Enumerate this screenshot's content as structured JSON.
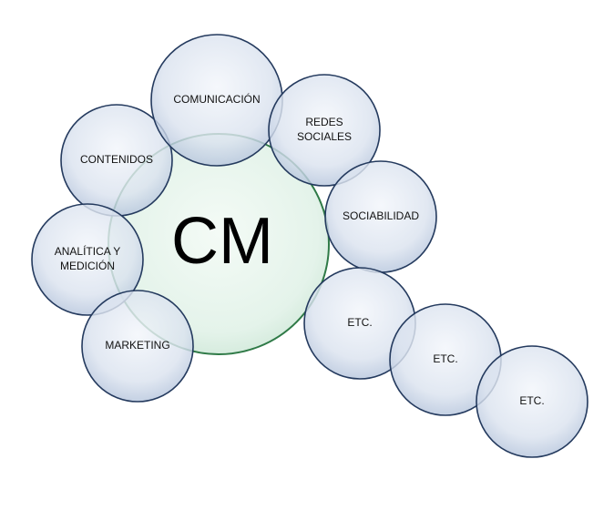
{
  "center": {
    "label": "CM"
  },
  "bubbles": [
    {
      "id": "contenidos",
      "lines": [
        "CONTENIDOS"
      ]
    },
    {
      "id": "comunicacion",
      "lines": [
        "COMUNICACIÓN"
      ]
    },
    {
      "id": "redes-sociales",
      "lines": [
        "REDES",
        "SOCIALES"
      ]
    },
    {
      "id": "sociabilidad",
      "lines": [
        "SOCIABILIDAD"
      ]
    },
    {
      "id": "analitica",
      "lines": [
        "ANALÍTICA Y",
        "MEDICIÓN"
      ]
    },
    {
      "id": "marketing",
      "lines": [
        "MARKETING"
      ]
    },
    {
      "id": "etc-1",
      "lines": [
        "ETC."
      ]
    },
    {
      "id": "etc-2",
      "lines": [
        "ETC."
      ]
    },
    {
      "id": "etc-3",
      "lines": [
        "ETC."
      ]
    }
  ],
  "colors": {
    "bubble_fill_light": "#f3f6fb",
    "bubble_fill_dark": "#b7c6dd",
    "bubble_stroke": "#243a5e",
    "center_fill_light": "#f4fbf6",
    "center_fill_dark": "#cfe8d8",
    "center_stroke": "#2f7a47"
  }
}
